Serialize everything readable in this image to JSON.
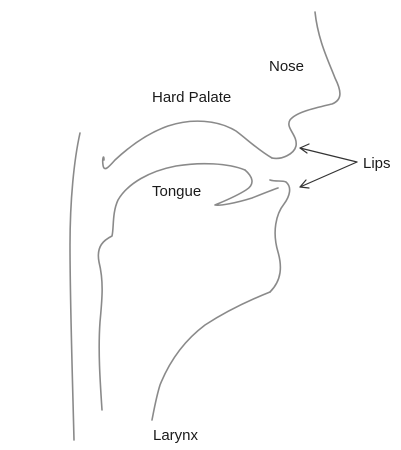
{
  "labels": {
    "nose": "Nose",
    "hard_palate": "Hard Palate",
    "lips": "Lips",
    "tongue": "Tongue",
    "larynx": "Larynx"
  },
  "colors": {
    "sketch_line": "#8a8a8a",
    "arrow": "#333333",
    "text": "#1a1a1a"
  }
}
